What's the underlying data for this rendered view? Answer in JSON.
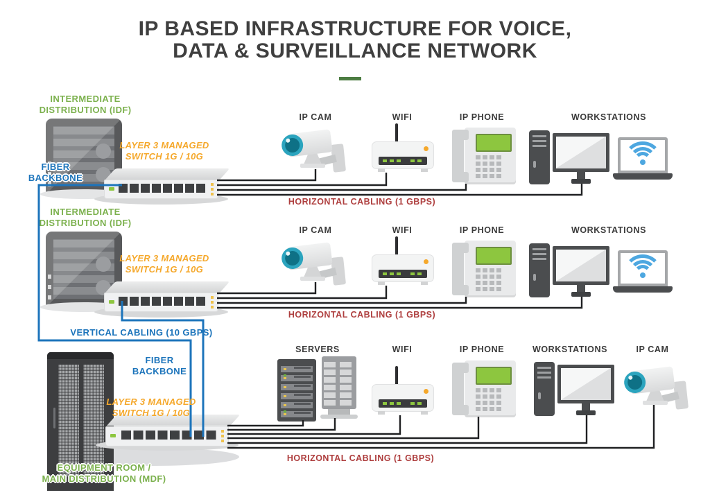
{
  "title": {
    "line1": "IP BASED INFRASTRUCTURE FOR VOICE,",
    "line2": "DATA & SURVEILLANCE NETWORK"
  },
  "colors": {
    "green_label": "#7cb14e",
    "orange_label": "#f5a82b",
    "blue_label": "#1c74bb",
    "red_label": "#ae3e3e",
    "title_text": "#3f3f3f",
    "cable_black": "#1f2022",
    "fiber_blue": "#1c74bb",
    "accent_dash_green": "#4c7d42"
  },
  "labels": {
    "idf_line1": "INTERMEDIATE",
    "idf_line2": "DISTRIBUTION (IDF)",
    "mdf_line1": "EQUIPMENT ROOM /",
    "mdf_line2": "MAIN DISTRIBUTION (MDF)",
    "switch_line1": "LAYER 3 MANAGED",
    "switch_line2": "SWITCH 1G / 10G",
    "fiber_line1": "FIBER",
    "fiber_line2": "BACKBONE",
    "horizontal_cabling": "HORIZONTAL CABLING (1 GBPS)",
    "vertical_cabling": "VERTICAL CABLING (10 GBPS)"
  },
  "rows": [
    {
      "devices": [
        "IP CAM",
        "WIFI",
        "IP PHONE",
        "WORKSTATIONS"
      ]
    },
    {
      "devices": [
        "IP CAM",
        "WIFI",
        "IP PHONE",
        "WORKSTATIONS"
      ]
    },
    {
      "devices": [
        "SERVERS",
        "WIFI",
        "IP PHONE",
        "WORKSTATIONS",
        "IP CAM"
      ]
    }
  ]
}
